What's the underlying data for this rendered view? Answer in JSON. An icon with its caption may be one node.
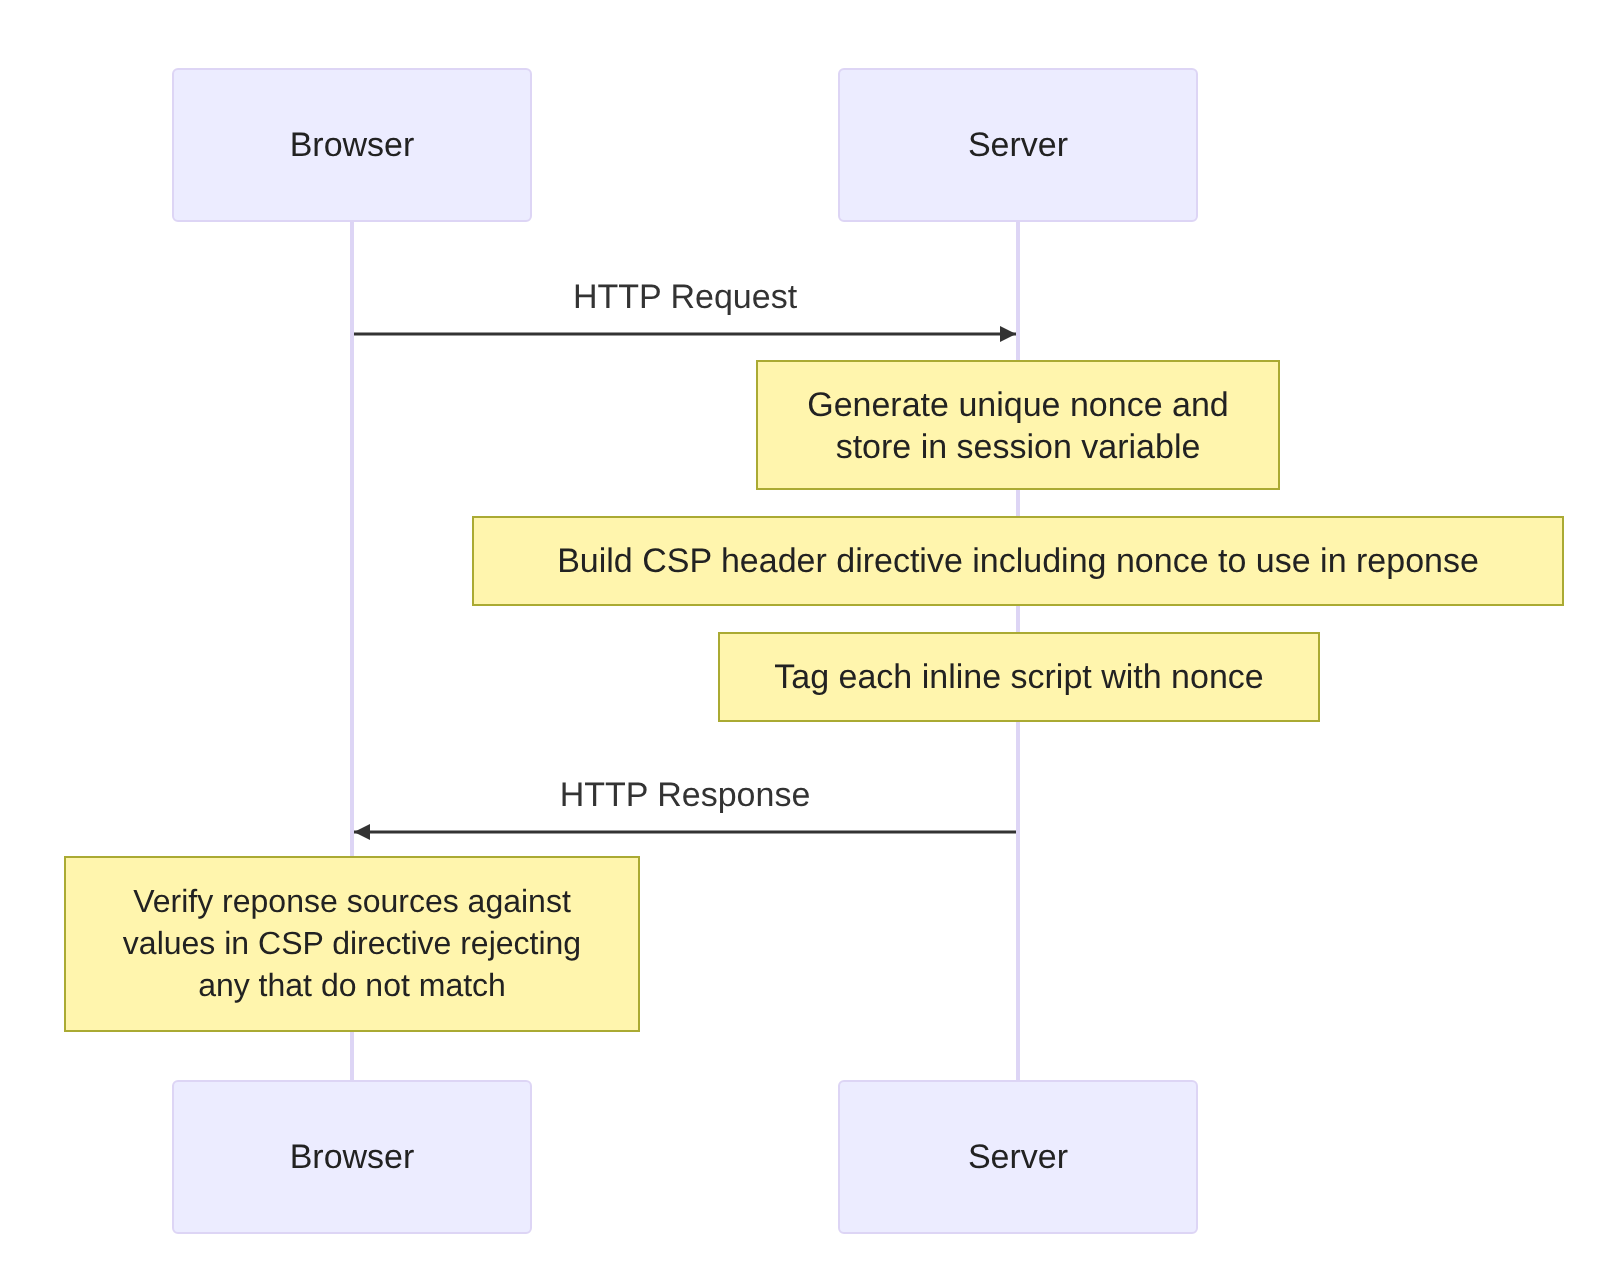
{
  "diagram": {
    "nodes": [
      {
        "text": [
          "Browser"
        ]
      },
      {
        "text": [
          "Server"
        ]
      },
      {
        "text": [
          "Generate unique nonce and store in session variable"
        ]
      },
      {
        "text": [
          "Build CSP header directive including nonce to use in reponse"
        ]
      },
      {
        "text": [
          "Tag each inline script with nonce"
        ]
      },
      {
        "text": [
          "Verify reponse sources against values in CSP directive rejecting any that do not match"
        ]
      },
      {
        "text": [
          "Browser"
        ]
      },
      {
        "text": [
          "Server"
        ]
      },
      {
        "text": [],
        "shape": "bar"
      },
      {
        "text": [],
        "shape": "bar"
      },
      {
        "text": [],
        "shape": "bar"
      },
      {
        "text": [],
        "shape": "bar"
      },
      {
        "text": [],
        "shape": "bar"
      },
      {
        "text": [],
        "shape": "bar"
      }
    ],
    "edges": [
      {
        "from": 8,
        "to": 10,
        "arrow": "to",
        "label": "HTTP Request"
      },
      {
        "from": 13,
        "to": 8,
        "arrow": "to",
        "label": "HTTP Response"
      }
    ]
  }
}
